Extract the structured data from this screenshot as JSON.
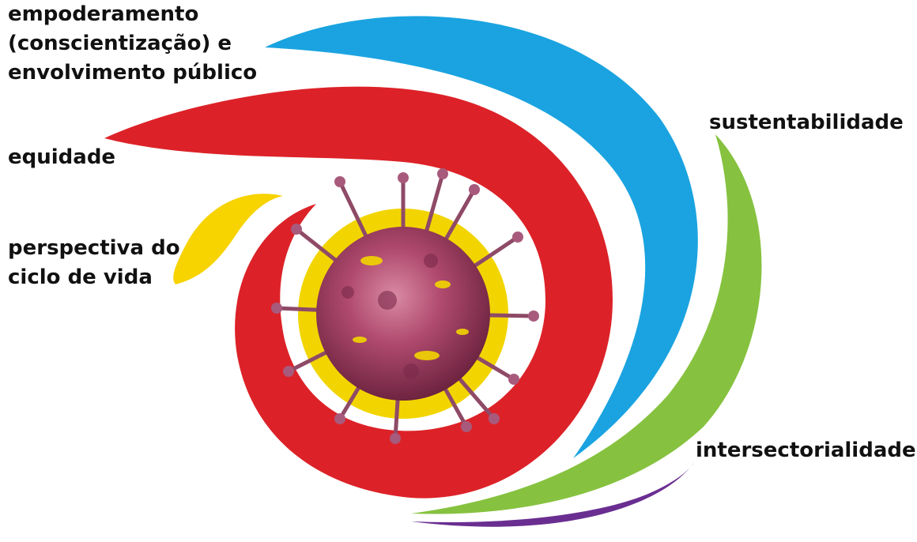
{
  "labels": {
    "empoderamento": [
      "empoderamento",
      "(conscientização) e",
      "envolvimento público"
    ],
    "equidade": "equidade",
    "perspectiva": [
      "perspectiva do",
      "ciclo de vida"
    ],
    "sustentabilidade": "sustentabilidade",
    "intersectorialidade": "intersectorialidade"
  },
  "colors": {
    "empoderamento": "#1aa3e0",
    "equidade": "#dc2228",
    "perspectiva": "#f7d300",
    "sustentabilidade": "#86c23f",
    "intersectorialidade": "#6a2e91",
    "virus_halo": "#f2d500",
    "virus_body": "#b04a6e"
  },
  "icons": {
    "center": "coronavirus-icon"
  }
}
